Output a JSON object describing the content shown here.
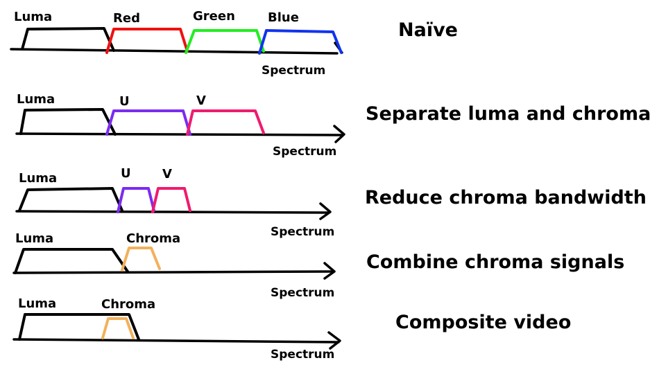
{
  "colors": {
    "luma": "#000000",
    "red": "#ee1111",
    "green": "#22ee22",
    "blue": "#1133ee",
    "u": "#7a2cf0",
    "v": "#ef1b6e",
    "chroma": "#f2b15c"
  },
  "rows": [
    {
      "caption": "Naïve",
      "axis_label": "Spectrum",
      "bands": [
        {
          "label": "Luma",
          "color_key": "luma"
        },
        {
          "label": "Red",
          "color_key": "red"
        },
        {
          "label": "Green",
          "color_key": "green"
        },
        {
          "label": "Blue",
          "color_key": "blue"
        }
      ]
    },
    {
      "caption": "Separate luma and chroma",
      "axis_label": "Spectrum",
      "bands": [
        {
          "label": "Luma",
          "color_key": "luma"
        },
        {
          "label": "U",
          "color_key": "u"
        },
        {
          "label": "V",
          "color_key": "v"
        }
      ]
    },
    {
      "caption": "Reduce chroma bandwidth",
      "axis_label": "Spectrum",
      "bands": [
        {
          "label": "Luma",
          "color_key": "luma"
        },
        {
          "label": "U",
          "color_key": "u"
        },
        {
          "label": "V",
          "color_key": "v"
        }
      ]
    },
    {
      "caption": "Combine chroma signals",
      "axis_label": "Spectrum",
      "bands": [
        {
          "label": "Luma",
          "color_key": "luma"
        },
        {
          "label": "Chroma",
          "color_key": "chroma"
        }
      ]
    },
    {
      "caption": "Composite video",
      "axis_label": "Spectrum",
      "bands": [
        {
          "label": "Luma",
          "color_key": "luma"
        },
        {
          "label": "Chroma",
          "color_key": "chroma"
        }
      ]
    }
  ]
}
